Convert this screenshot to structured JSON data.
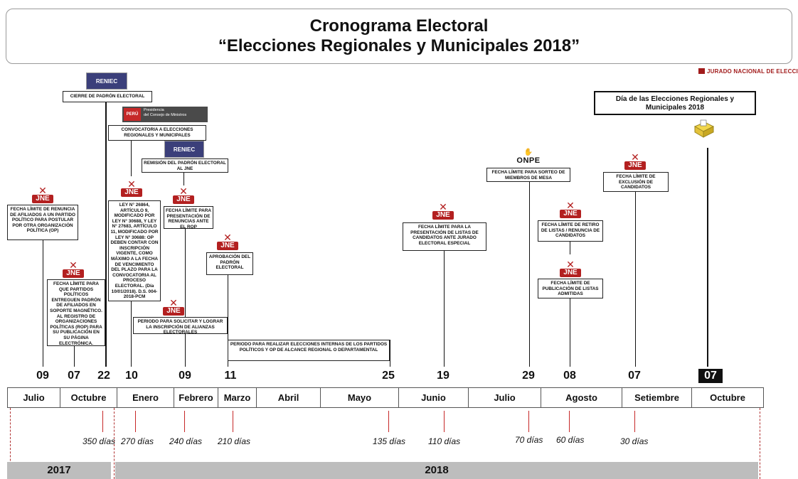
{
  "header": {
    "title_line1": "Cronograma Electoral",
    "title_line2": "“Elecciones Regionales y Municipales 2018”",
    "corner_logo_text": "JURADO NACIONAL DE ELECCIONES"
  },
  "logos": {
    "jne": "JNE",
    "reniec": "RENIEC",
    "onpe": "ONPE",
    "pcm_flag": "PERÚ",
    "pcm_line1": "Presidencia",
    "pcm_line2": "del Consejo de Ministros"
  },
  "events": {
    "renuncia_op": "FECHA LÍMITE DE RENUNCIA DE AFILIADOS A UN PARTIDO POLÍTICO PARA POSTULAR POR OTRA ORGANIZACIÓN POLÍTICA (OP)",
    "padron_afiliados": "FECHA LÍMITE PARA QUE PARTIDOS POLÍTICOS ENTREGUEN PADRÓN DE AFILIADOS EN SOPORTE MAGNÉTICO. AL REGISTRO DE ORGANIZACIONES POLÍTICAS (ROP) PARA SU PUBLICACIÓN EN SU PÁGINA ELECTRÓNICA.",
    "cierre_padron": "CIERRE DE PADRÓN ELECTORAL",
    "convocatoria": "CONVOCATORIA A ELECCIONES REGIONALES Y MUNICIPALES",
    "remision_padron": "REMISIÓN DEL PADRÓN ELECTORAL AL JNE",
    "ley": "LEY N° 26864, ARTÍCULO 9, MODIFICADO POR LEY N° 30688, Y LEY N° 27683, ARTÍCULO 11, MODIFICADO POR LEY N° 30688: OP DEBEN CONTAR CON INSCRIPCIÓN VIGENTE, COMO MÁXIMO A LA FECHA DE VENCIMIENTO DEL PLAZO PARA LA CONVOCATORIA AL PROCESO ELECTORAL. (Día 10/01/2018). D.S. 004-2018-PCM",
    "presentacion_renuncias": "FECHA LÍMITE PARA PRESENTACIÓN DE RENUNCIAS ANTE EL ROP",
    "alianzas": "PERIODO PARA SOLICITAR Y LOGRAR LA INSCRIPCIÓN DE ALIANZAS ELECTORALES",
    "aprobacion_padron": "APROBACIÓN DEL PADRÓN ELECTORAL",
    "elecciones_internas": "PERIODO PARA REALIZAR ELECCIONES INTERNAS DE LOS PARTIDOS POLÍTICOS Y OP DE ALCANCE REGIONAL O DEPARTAMENTAL",
    "listas_candidatos": "FECHA LÍMITE PARA LA PRESENTACIÓN DE LISTAS DE CANDIDATOS ANTE JURADO ELECTORAL ESPECIAL",
    "sorteo_mesa": "FECHA LÍMITE PARA SORTEO DE MIEMBROS DE MESA",
    "retiro_listas": "FECHA LÍMITE DE RETIRO DE LISTAS / RENUNCIA DE CANDIDATOS",
    "publicacion_listas": "FECHA LÍMITE DE PUBLICACIÓN DE LISTAS ADMITIDAS",
    "exclusion": "FECHA LÍMITE DE EXCLUSIÓN DE CANDIDATOS",
    "dia_elecciones": "Día de las Elecciones Regionales y Municipales 2018"
  },
  "days": [
    "09",
    "07",
    "22",
    "10",
    "09",
    "11",
    "25",
    "19",
    "29",
    "08",
    "07",
    "07"
  ],
  "months": [
    "Julio",
    "Octubre",
    "Enero",
    "Febrero",
    "Marzo",
    "Abril",
    "Mayo",
    "Junio",
    "Julio",
    "Agosto",
    "Setiembre",
    "Octubre"
  ],
  "countdown": [
    "350 días",
    "270 días",
    "240 días",
    "210 días",
    "135 días",
    "110 días",
    "70 días",
    "60 días",
    "30 días"
  ],
  "years": [
    "2017",
    "2018"
  ],
  "colors": {
    "jne_red": "#b32020",
    "year_bar": "#bdbdbd",
    "tick_red": "#c62828"
  }
}
